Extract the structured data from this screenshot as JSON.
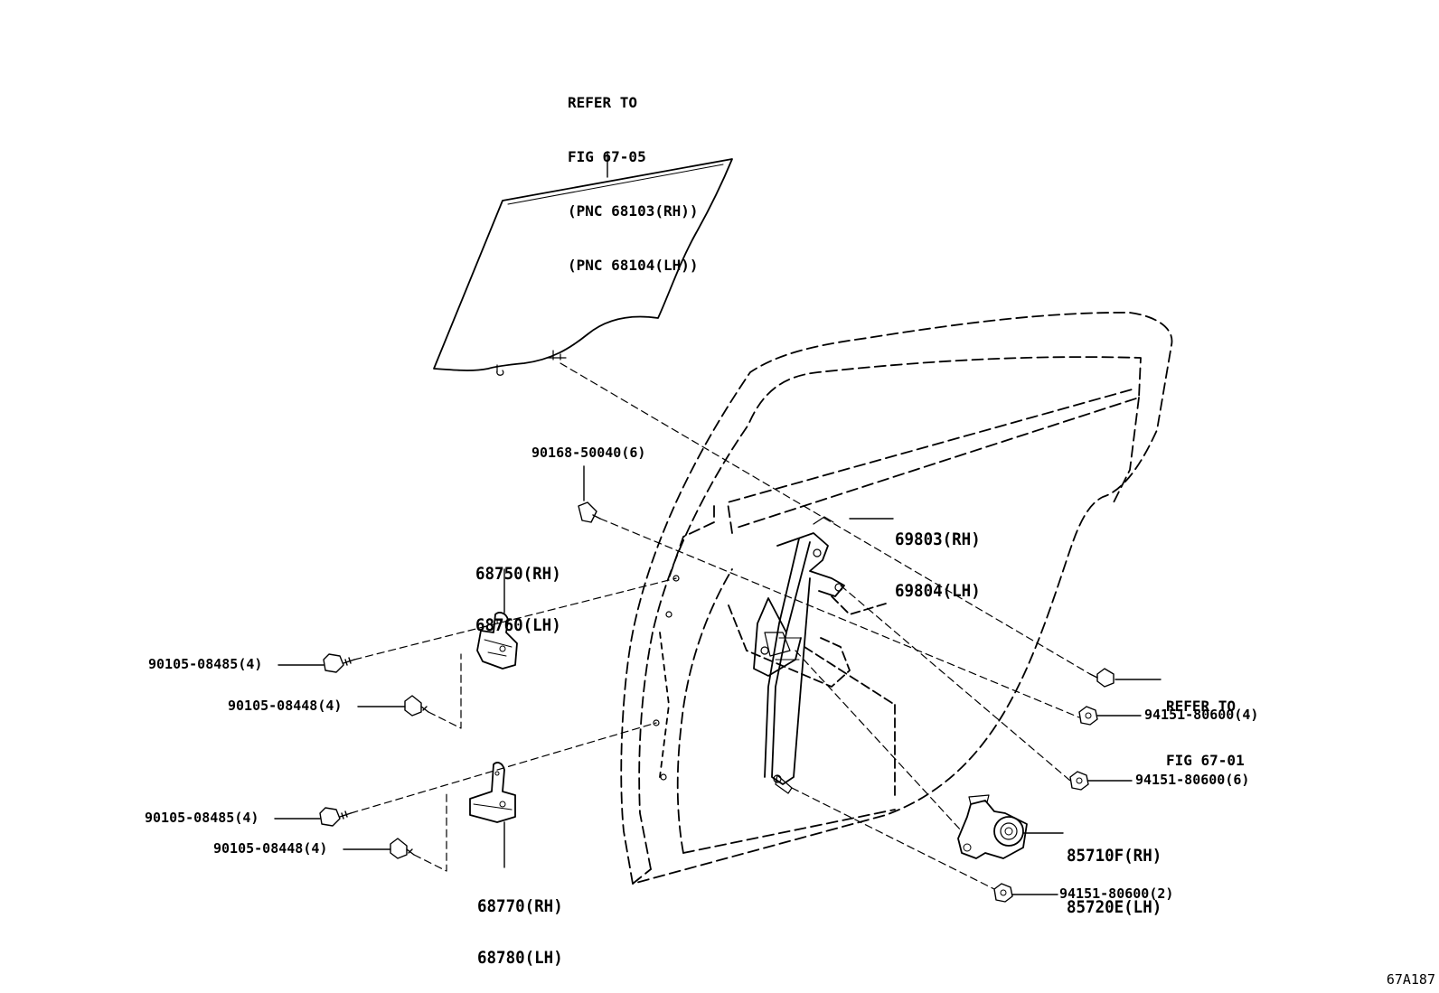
{
  "callouts": {
    "glass_ref": [
      "REFER TO",
      "FIG 67-05",
      "(PNC 68103(RH))",
      "(PNC 68104(LH))"
    ],
    "screw_top": "90168-50040(6)",
    "hinge_upper": [
      "68750(RH)",
      "68760(LH)"
    ],
    "hinge_lower": [
      "68770(RH)",
      "68780(LH)"
    ],
    "bolt_upper_1": "90105-08485(4)",
    "bolt_upper_2": "90105-08448(4)",
    "bolt_lower_1": "90105-08485(4)",
    "bolt_lower_2": "90105-08448(4)",
    "regulator": [
      "69803(RH)",
      "69804(LH)"
    ],
    "door_ref": [
      "REFER TO",
      "FIG 67-01"
    ],
    "nut_1": "94151-80600(4)",
    "nut_2": "94151-80600(6)",
    "motor": [
      "85710F(RH)",
      "85720E(LH)"
    ],
    "nut_3": "94151-80600(2)"
  },
  "figure_code": "67A187",
  "colors": {
    "ink": "#000000",
    "background": "#ffffff"
  }
}
